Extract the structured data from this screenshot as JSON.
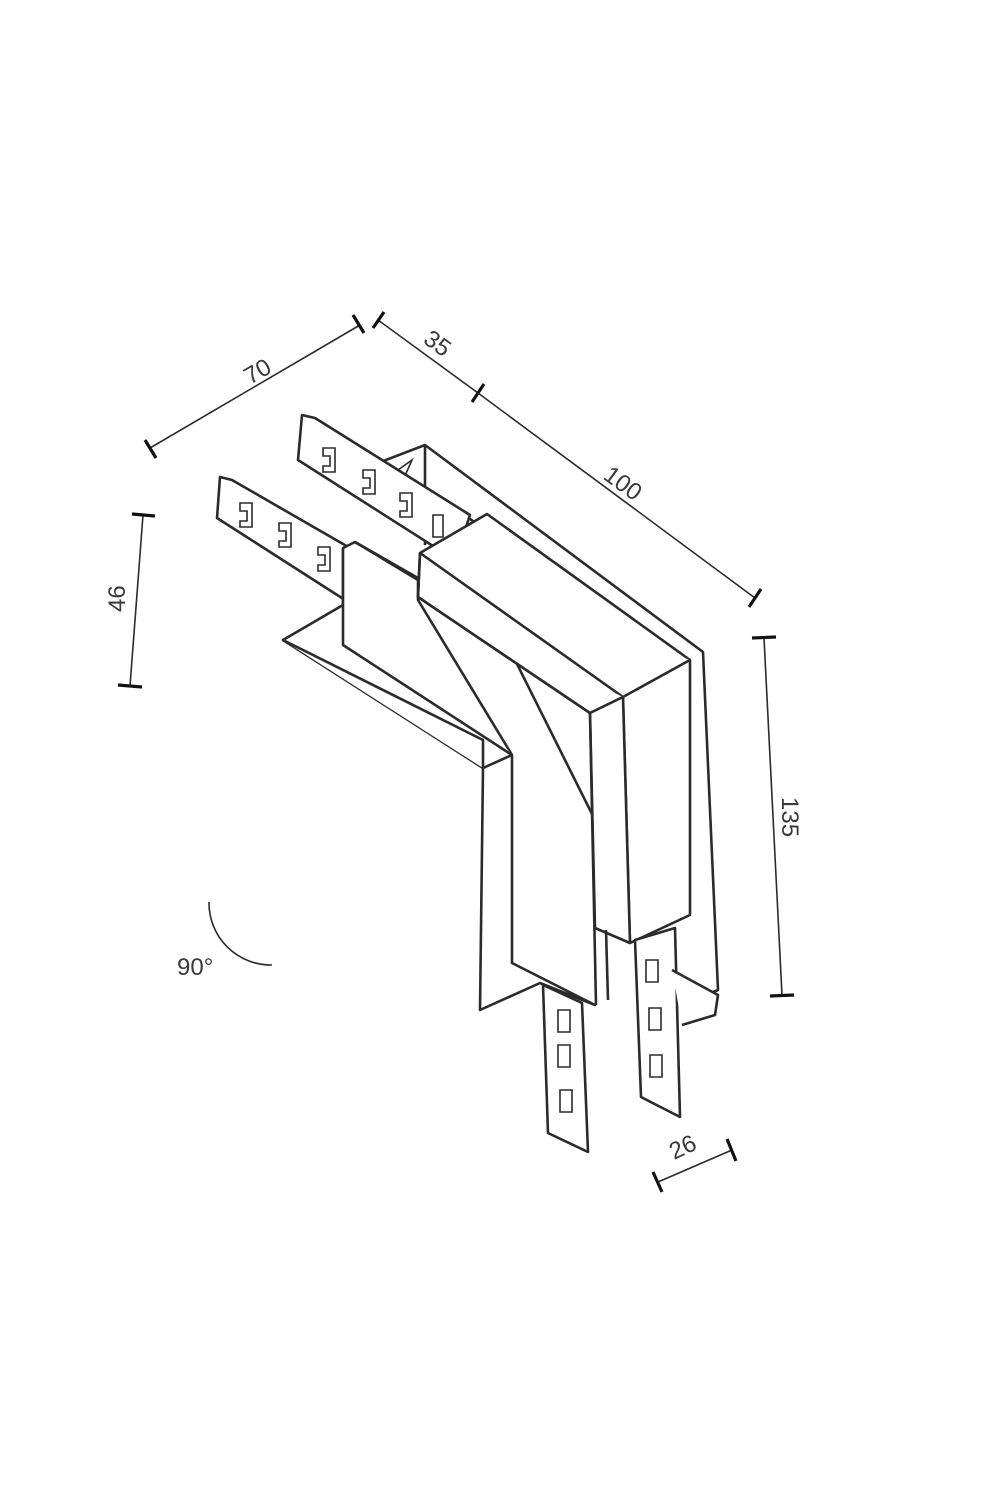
{
  "drawing": {
    "title": "Corner connector 90°",
    "stroke_color": "#2b2b2b",
    "dimensions": {
      "width_top": "70",
      "depth_top": "35",
      "length_top": "100",
      "height_left": "46",
      "height_right": "135",
      "width_bottom": "26",
      "angle": "90°"
    }
  }
}
